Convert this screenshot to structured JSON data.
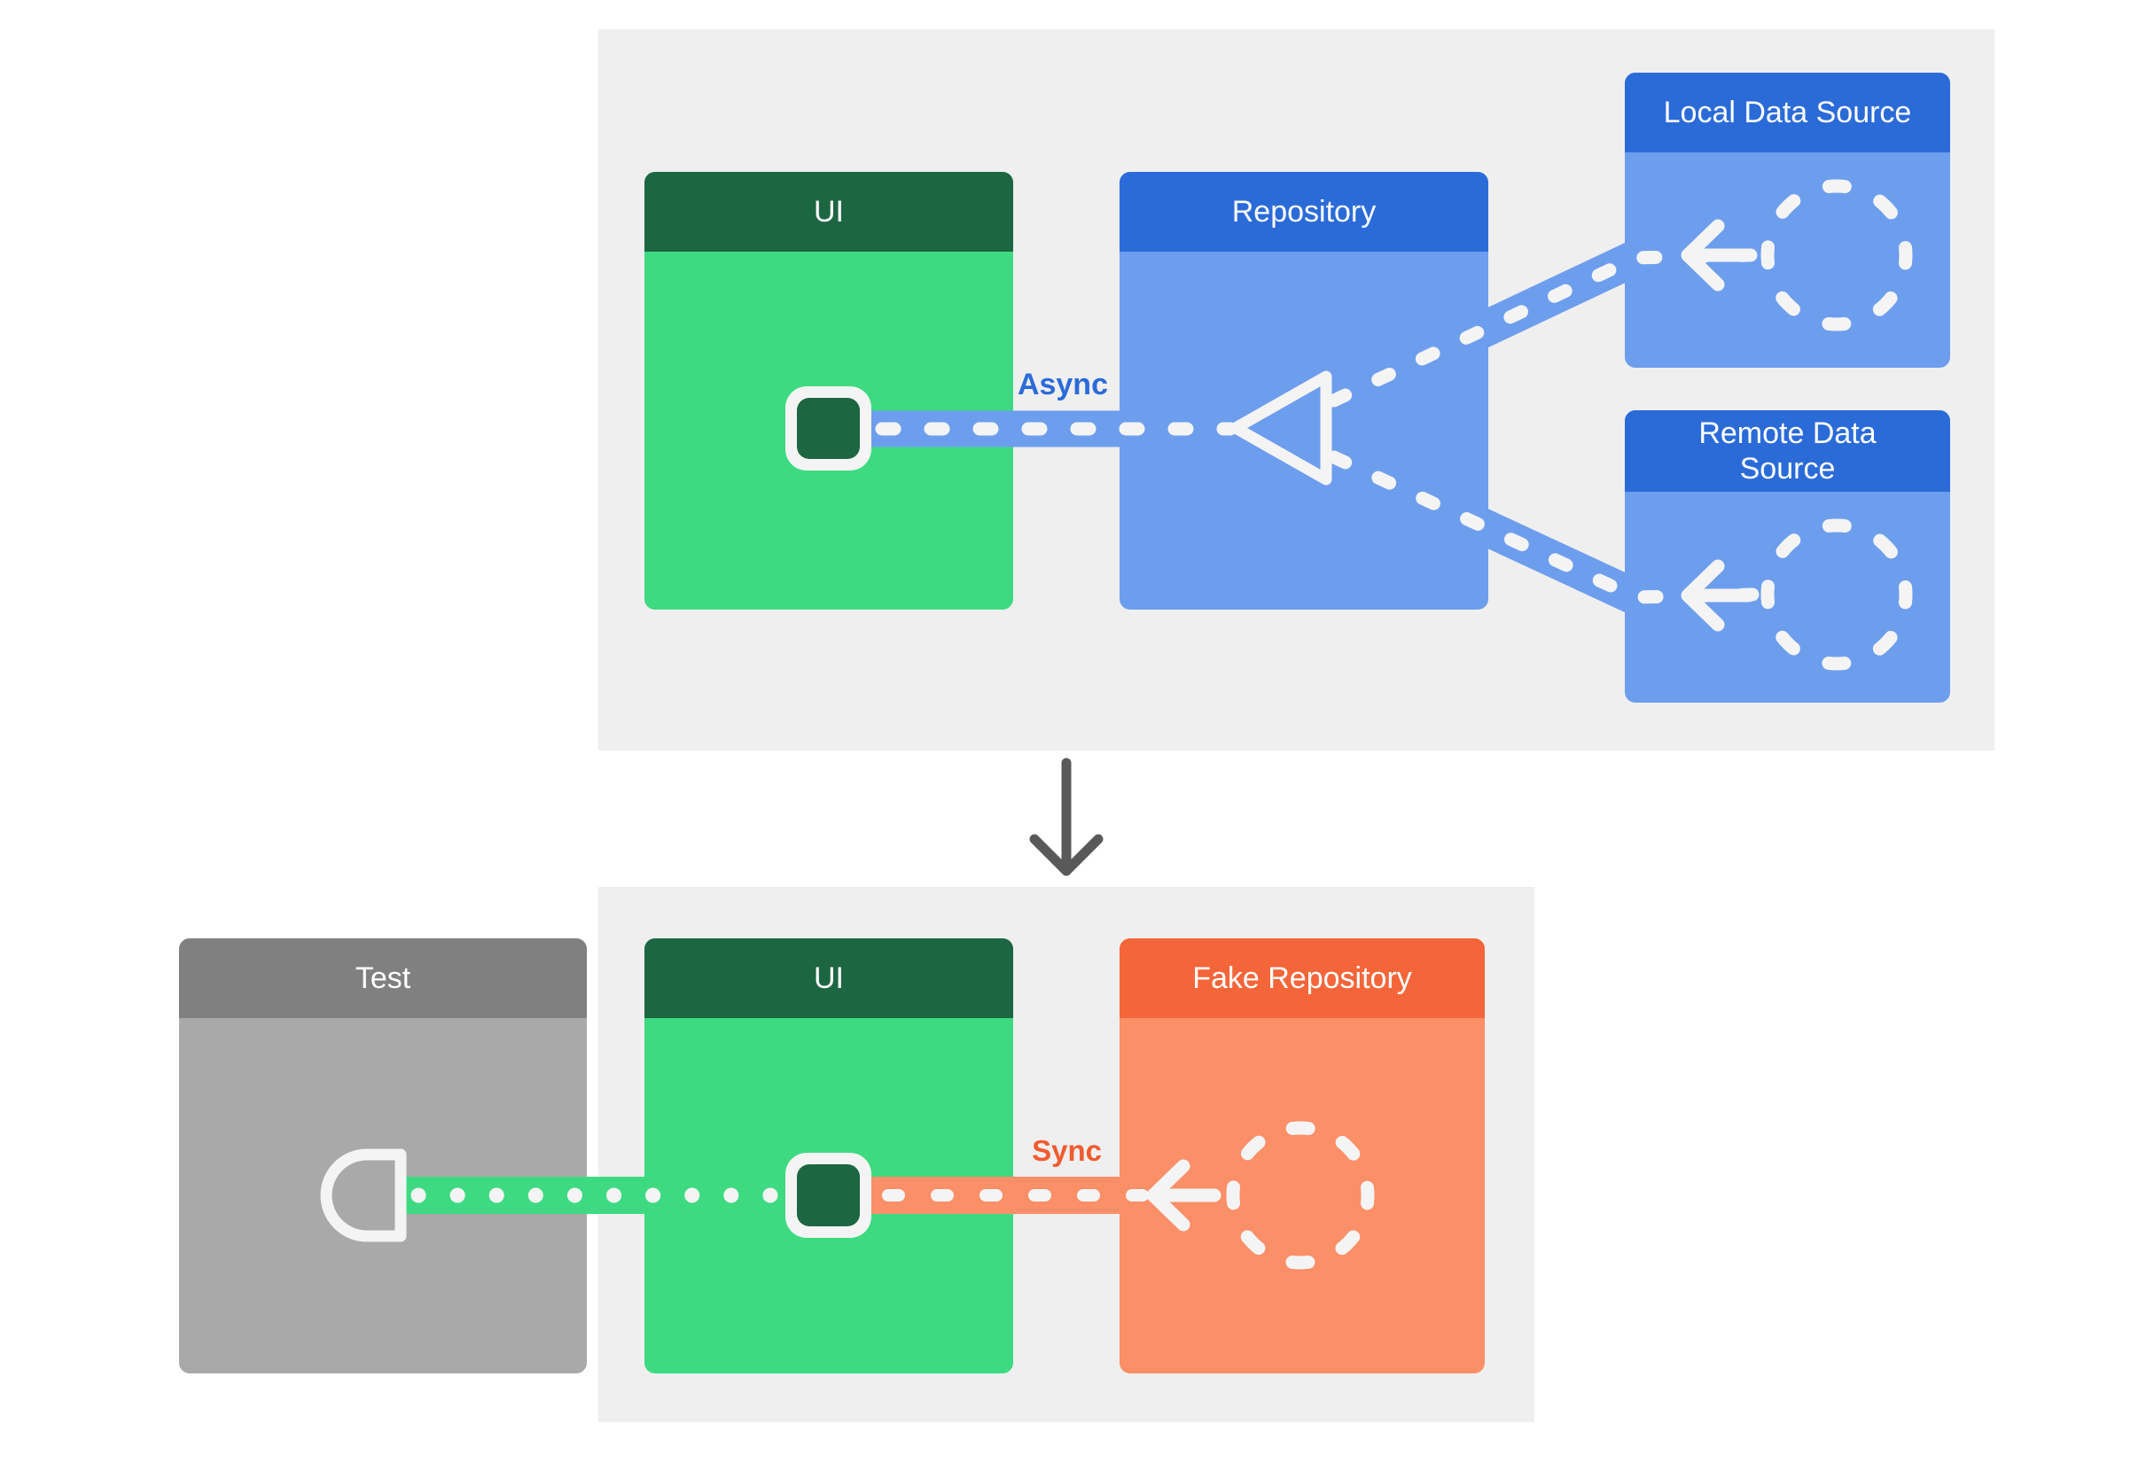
{
  "boxes": {
    "top_ui": {
      "title": "UI"
    },
    "repository": {
      "title": "Repository"
    },
    "local_data_source": {
      "title": "Local Data Source"
    },
    "remote_data_source": {
      "title": "Remote Data Source"
    },
    "test": {
      "title": "Test"
    },
    "bottom_ui": {
      "title": "UI"
    },
    "fake_repository": {
      "title": "Fake Repository"
    }
  },
  "labels": {
    "async": "Async",
    "sync": "Sync"
  },
  "icons": {
    "triangle_arrowhead": "open-triangle-pointing-left",
    "dashed_circle": "dashed-circle-placeholder",
    "left_arrow": "arrow-pointing-left",
    "down_arrow": "arrow-pointing-down",
    "interface_socket": "half-round-socket",
    "implementation_square": "white-bordered-rounded-square"
  },
  "colors": {
    "panel_bg": "#efefef",
    "green_header": "#1d6642",
    "green_body": "#3eda81",
    "blue_header": "#2b6bd8",
    "blue_body": "#6d9eed",
    "orange_header": "#f4663a",
    "orange_body": "#fa8f68",
    "gray_header": "#808080",
    "gray_body": "#a9a9a9",
    "connector_white": "#f4f4f4",
    "down_arrow_gray": "#595959",
    "async_label_blue": "#2b6bd8",
    "sync_label_orange": "#f15b30"
  }
}
